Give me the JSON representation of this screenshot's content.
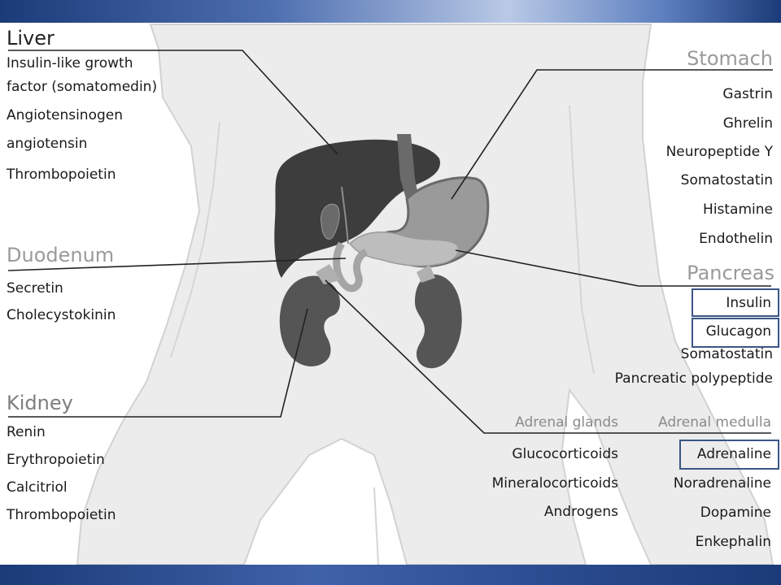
{
  "liver": {
    "title": "Liver",
    "items": [
      "Insulin-like growth",
      "factor (somatomedin)",
      "Angiotensinogen",
      "angiotensin",
      "Thrombopoietin"
    ]
  },
  "duodenum": {
    "title": "Duodenum",
    "items": [
      "Secretin",
      "Cholecystokinin"
    ]
  },
  "kidney": {
    "title": "Kidney",
    "items": [
      "Renin",
      "Erythropoietin",
      "Calcitriol",
      "Thrombopoietin"
    ]
  },
  "stomach": {
    "title": "Stomach",
    "items": [
      "Gastrin",
      "Ghrelin",
      "Neuropeptide Y",
      "Somatostatin",
      "Histamine",
      "Endothelin"
    ]
  },
  "pancreas": {
    "title": "Pancreas",
    "items": [
      "Insulin",
      "Glucagon",
      "Somatostatin",
      "Pancreatic polypeptide"
    ]
  },
  "adrenal_glands": {
    "title": "Adrenal glands",
    "items": [
      "Glucocorticoids",
      "Mineralocorticoids",
      "Androgens"
    ]
  },
  "adrenal_medulla": {
    "title": "Adrenal medulla",
    "items": [
      "Adrenaline",
      "Noradrenaline",
      "Dopamine",
      "Enkephalin"
    ]
  },
  "colors": {
    "slide_bar": "#1b3a78",
    "highlight_box": "#3b5585",
    "body_silhouette": "#e9e9e9",
    "organ_dark": "#4a4a4a"
  }
}
